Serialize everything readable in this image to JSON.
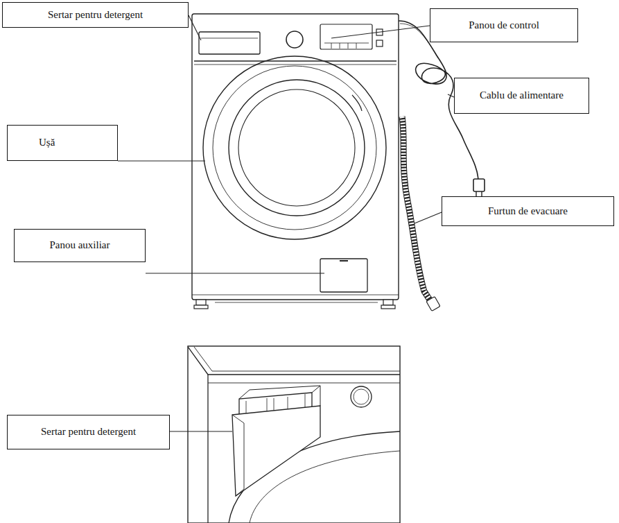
{
  "diagram": {
    "nodes": [
      {
        "text": [
          "Sertar pentru detergent"
        ]
      },
      {
        "text": [
          "Panou de control"
        ]
      },
      {
        "text": [
          "Cablu de alimentare"
        ]
      },
      {
        "text": [
          "Ușă"
        ]
      },
      {
        "text": [
          "Furtun de evacuare"
        ]
      },
      {
        "text": [
          "Panou auxiliar"
        ]
      },
      {
        "text": [
          "Sertar pentru detergent"
        ]
      }
    ]
  }
}
